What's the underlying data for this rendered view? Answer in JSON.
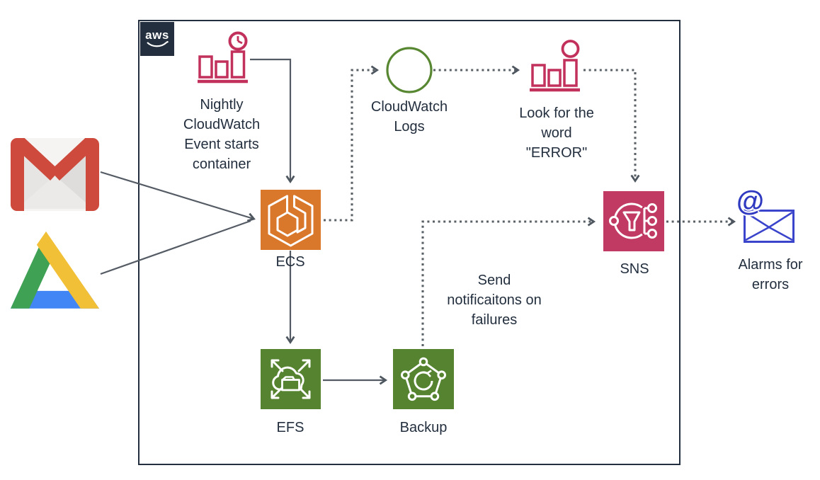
{
  "aws": {
    "logo": "aws"
  },
  "nodes": {
    "cloudwatch_event": {
      "label": "Nightly\nCloudWatch\nEvent starts\ncontainer",
      "icon": "cloudwatch-event-icon",
      "color": "#C2315C"
    },
    "ecs": {
      "label": "ECS",
      "icon": "ecs-container-icon",
      "color": "#D9772B"
    },
    "cloudwatch_logs": {
      "label": "CloudWatch\nLogs",
      "icon": "cloudwatch-logs-circle-icon",
      "color": "#588732"
    },
    "look_for_error": {
      "label": "Look for the\nword\n\"ERROR\"",
      "icon": "cloudwatch-alarm-icon",
      "color": "#C2315C"
    },
    "sns": {
      "label": "SNS",
      "icon": "sns-icon",
      "color": "#C13A63"
    },
    "efs": {
      "label": "EFS",
      "icon": "efs-icon",
      "color": "#56832F"
    },
    "backup": {
      "label": "Backup",
      "icon": "backup-icon",
      "color": "#56832F"
    },
    "gmail": {
      "icon": "gmail-icon"
    },
    "google_drive": {
      "icon": "google-drive-icon"
    },
    "alarm_email": {
      "label": "Alarms for\nerrors",
      "icon": "email-at-icon",
      "at_symbol": "@",
      "color": "#3B45CB"
    }
  },
  "annotations": {
    "send_notifications": {
      "label": "Send\nnotificaitons on\nfailures"
    }
  },
  "colors": {
    "line": "#545B64",
    "dotted": "#596066",
    "text": "#232F3E",
    "border": "#232F3E"
  }
}
